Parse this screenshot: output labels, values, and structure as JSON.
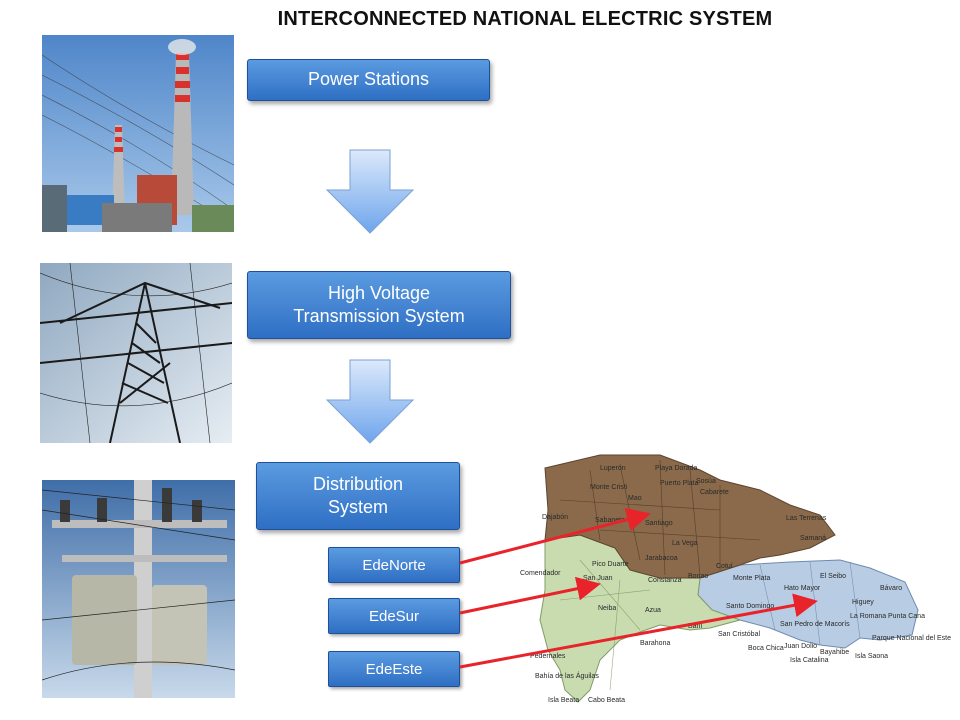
{
  "title": "INTERCONNECTED NATIONAL ELECTRIC SYSTEM",
  "stages": [
    {
      "label": "Power Stations"
    },
    {
      "label": "High Voltage\nTransmission System"
    },
    {
      "label": "Distribution\nSystem"
    }
  ],
  "distributors": [
    "EdeNorte",
    "EdeSur",
    "EdeEste"
  ],
  "map_labels": {
    "north": [
      "Luperón",
      "Playa Dorada",
      "Puerto Plata",
      "Sosúa",
      "Cabarete",
      "Monte Cristi",
      "Mao",
      "Dajabón",
      "Sabaneta",
      "Santiago",
      "La Vega",
      "Las Terrenas",
      "Samaná",
      "Jarabacoa",
      "Bonao",
      "Cotuí"
    ],
    "south": [
      "Comendador",
      "Pico Duarte",
      "San Juan",
      "Neiba",
      "Azua",
      "Barahona",
      "Constanza",
      "Baní",
      "San Cristóbal",
      "Santo Domingo",
      "Pedernales",
      "Bahía de las Águilas",
      "Isla Beata",
      "Cabo Beata"
    ],
    "east": [
      "Monte Plata",
      "Hato Mayor",
      "El Seibo",
      "Bávaro",
      "Punta Cana",
      "Higuey",
      "La Romana",
      "San Pedro de Macorís",
      "Boca Chica",
      "Juan Dolio",
      "Bayahibe",
      "Isla Catalina",
      "Isla Saona",
      "Parque Nacional del Este"
    ]
  },
  "colors": {
    "box_top": "#5b9be0",
    "box_bottom": "#2f6fc4",
    "arrow": "#e8232a",
    "north_region": "#8a6a4a",
    "south_region": "#c8dcb0",
    "east_region": "#b8cce4"
  }
}
